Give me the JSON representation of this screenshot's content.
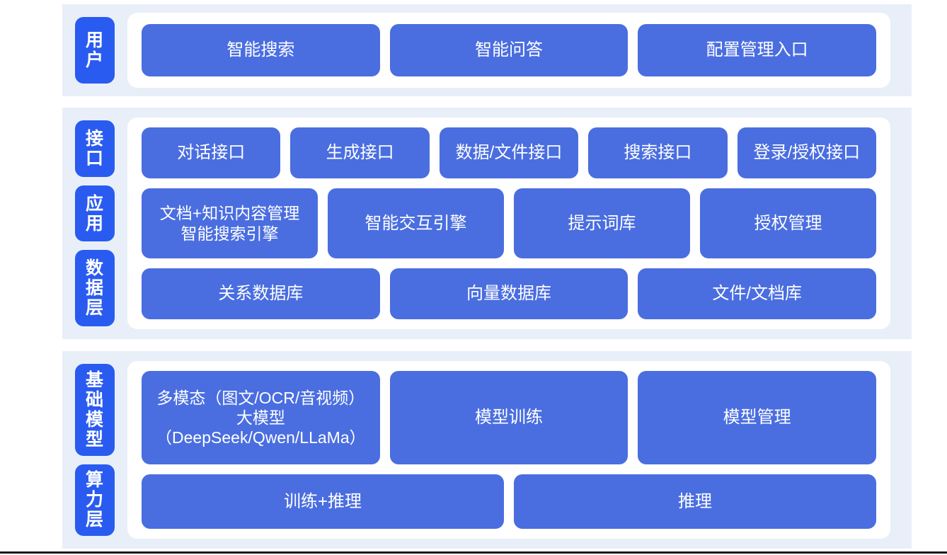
{
  "colors": {
    "page_background": "#ffffff",
    "band_background": "#e9eff8",
    "panel_background": "#ffffff",
    "tag_blue": "#2a5bf0",
    "box_blue": "#4a6ee0",
    "text_white": "#ffffff",
    "bottom_rule": "#1a1a1a"
  },
  "sections": [
    {
      "id": "user",
      "tags": [
        {
          "label": "用户"
        }
      ],
      "rows": [
        {
          "boxes": [
            {
              "label": "智能搜索"
            },
            {
              "label": "智能问答"
            },
            {
              "label": "配置管理入口"
            }
          ]
        }
      ]
    },
    {
      "id": "platform",
      "tags": [
        {
          "label": "接口"
        },
        {
          "label": "应用"
        },
        {
          "label": "数据层"
        }
      ],
      "rows": [
        {
          "boxes": [
            {
              "label": "对话接口"
            },
            {
              "label": "生成接口"
            },
            {
              "label": "数据/文件接口"
            },
            {
              "label": "搜索接口"
            },
            {
              "label": "登录/授权接口"
            }
          ]
        },
        {
          "boxes": [
            {
              "line1": "文档+知识内容管理",
              "line2": "智能搜索引擎"
            },
            {
              "label": "智能交互引擎"
            },
            {
              "label": "提示词库"
            },
            {
              "label": "授权管理"
            }
          ]
        },
        {
          "boxes": [
            {
              "label": "关系数据库"
            },
            {
              "label": "向量数据库"
            },
            {
              "label": "文件/文档库"
            }
          ]
        }
      ]
    },
    {
      "id": "infrastructure",
      "tags": [
        {
          "label": "基础模型"
        },
        {
          "label": "算力层"
        }
      ],
      "rows": [
        {
          "boxes": [
            {
              "line1": "多模态（图文/OCR/音视频）",
              "line2": "大模型（DeepSeek/Qwen/LLaMa）"
            },
            {
              "label": "模型训练"
            },
            {
              "label": "模型管理"
            }
          ]
        },
        {
          "boxes": [
            {
              "label": "训练+推理"
            },
            {
              "label": "推理"
            }
          ]
        }
      ]
    }
  ]
}
